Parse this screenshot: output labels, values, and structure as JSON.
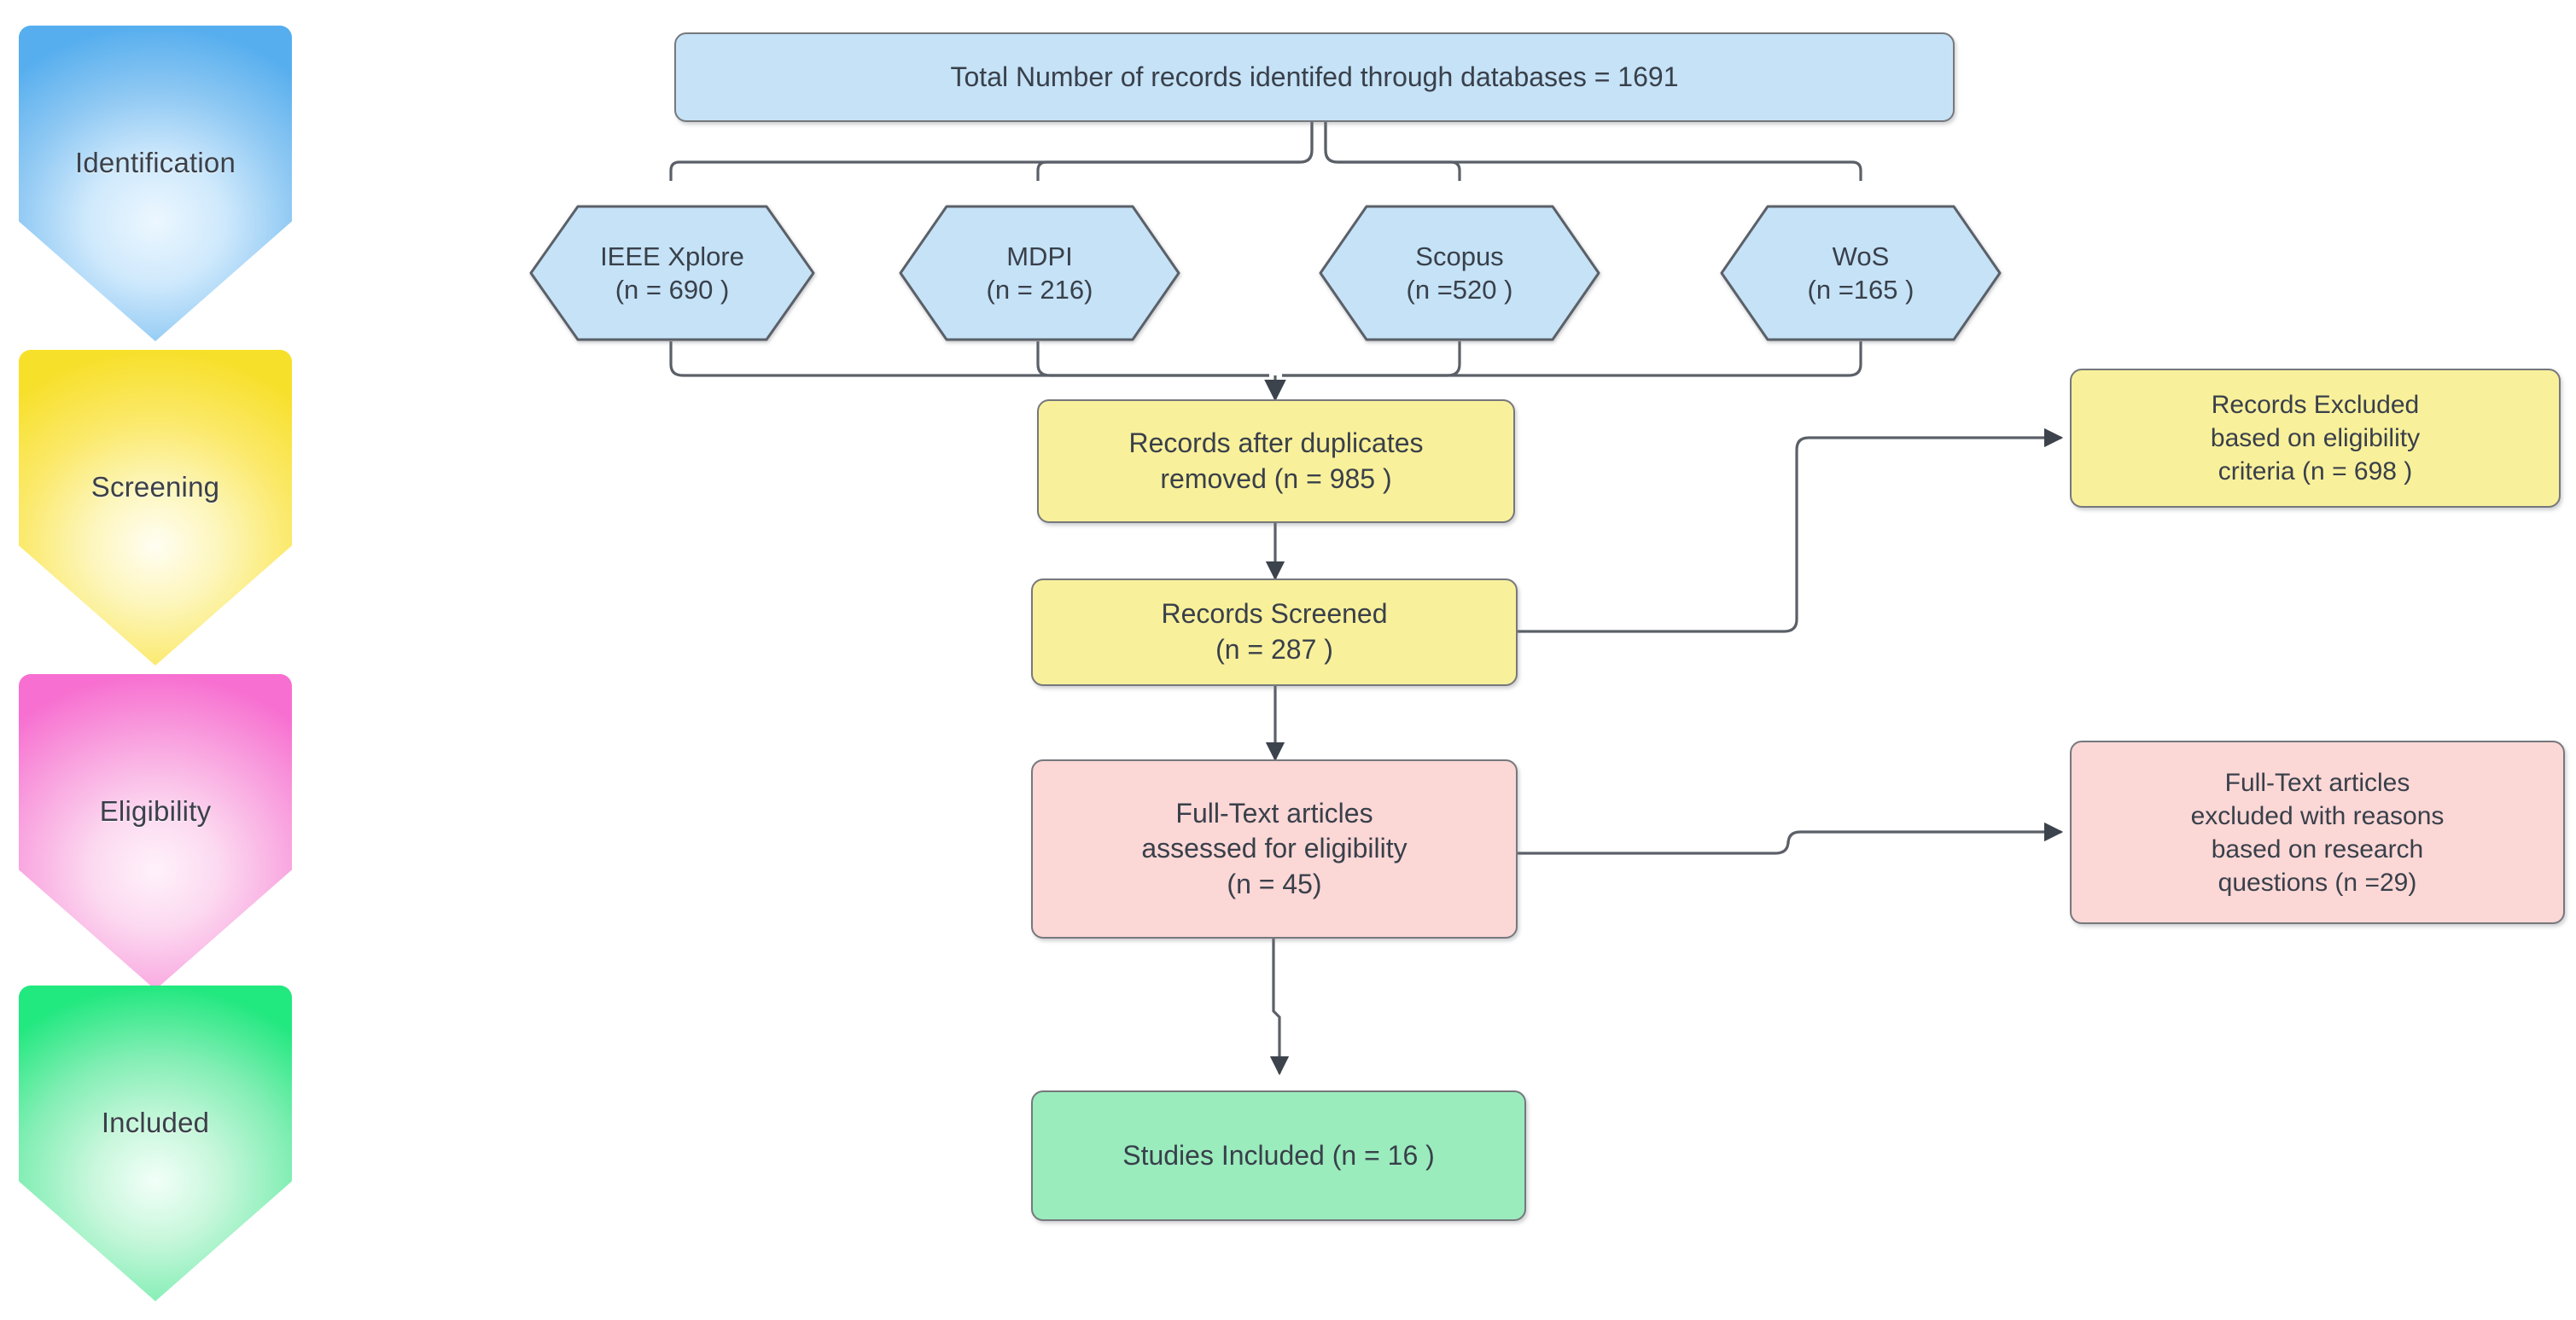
{
  "diagram": {
    "title": "PRISMA Flow Diagram",
    "colors": {
      "identification": "#56aeee",
      "screening": "#f7e02a",
      "eligibility": "#f76fd0",
      "included": "#21e87f",
      "box_blue": "#c5e2f7",
      "box_yellow": "#f9f09b",
      "box_pink": "#fbd7d6",
      "box_green": "#9aecbd",
      "border": "#76787c",
      "connector": "#4a5058",
      "text": "#39404a",
      "background": "#ffffff"
    }
  },
  "phases": [
    {
      "id": "identification",
      "label": "Identification"
    },
    {
      "id": "screening",
      "label": "Screening"
    },
    {
      "id": "eligibility",
      "label": "Eligibility"
    },
    {
      "id": "included",
      "label": "Included"
    }
  ],
  "nodes": {
    "total_records": {
      "label": "Total Number of records identifed through databases = 1691",
      "count": 1691
    },
    "duplicates_removed": {
      "line1": "Records after duplicates",
      "line2": "removed (n = 985 )",
      "count": 985
    },
    "records_screened": {
      "line1": "Records Screened",
      "line2": "(n = 287 )",
      "count": 287
    },
    "records_excluded": {
      "line1": "Records Excluded",
      "line2": "based on eligibility",
      "line3": "criteria  (n = 698 )",
      "count": 698
    },
    "fulltext_assessed": {
      "line1": "Full-Text articles",
      "line2": "assessed for eligibility",
      "line3": "(n = 45)",
      "count": 45
    },
    "fulltext_excluded": {
      "line1": "Full-Text articles",
      "line2": "excluded with reasons",
      "line3": "based on research",
      "line4": "questions (n =29)",
      "count": 29
    },
    "studies_included": {
      "label": "Studies Included (n = 16 )",
      "count": 16
    }
  },
  "databases": [
    {
      "id": "ieee",
      "name": "IEEE Xplore",
      "count_label": "(n = 690 )",
      "count": 690
    },
    {
      "id": "mdpi",
      "name": "MDPI",
      "count_label": "(n = 216)",
      "count": 216
    },
    {
      "id": "scopus",
      "name": "Scopus",
      "count_label": "(n =520  )",
      "count": 520
    },
    {
      "id": "wos",
      "name": "WoS",
      "count_label": "(n =165 )",
      "count": 165
    }
  ]
}
